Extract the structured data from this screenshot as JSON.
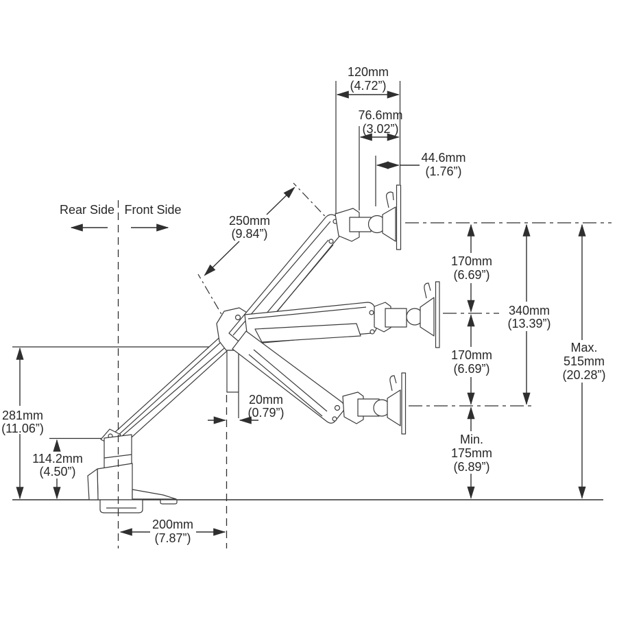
{
  "colors": {
    "line": "#2f2f2f",
    "background": "#ffffff"
  },
  "sides": {
    "rear": "Rear Side",
    "front": "Front Side"
  },
  "dimensions": {
    "top_width": {
      "mm": "120mm",
      "inch": "(4.72”)"
    },
    "mid_width": {
      "mm": "76.6mm",
      "inch": "(3.02”)"
    },
    "small_width": {
      "mm": "44.6mm",
      "inch": "(1.76”)"
    },
    "arm_length": {
      "mm": "250mm",
      "inch": "(9.84”)"
    },
    "lift_upper": {
      "mm": "170mm",
      "inch": "(6.69”)"
    },
    "lift_lower": {
      "mm": "170mm",
      "inch": "(6.69”)"
    },
    "lift_total": {
      "mm": "340mm",
      "inch": "(13.39”)"
    },
    "height_max": {
      "prefix": "Max.",
      "mm": "515mm",
      "inch": "(20.28”)"
    },
    "height_min": {
      "prefix": "Min.",
      "mm": "175mm",
      "inch": "(6.89”)"
    },
    "pivot_height": {
      "mm": "281mm",
      "inch": "(11.06”)"
    },
    "base_height": {
      "mm": "114.2mm",
      "inch": "(4.50”)"
    },
    "offset": {
      "mm": "20mm",
      "inch": "(0.79”)"
    },
    "reach": {
      "mm": "200mm",
      "inch": "(7.87”)"
    }
  }
}
